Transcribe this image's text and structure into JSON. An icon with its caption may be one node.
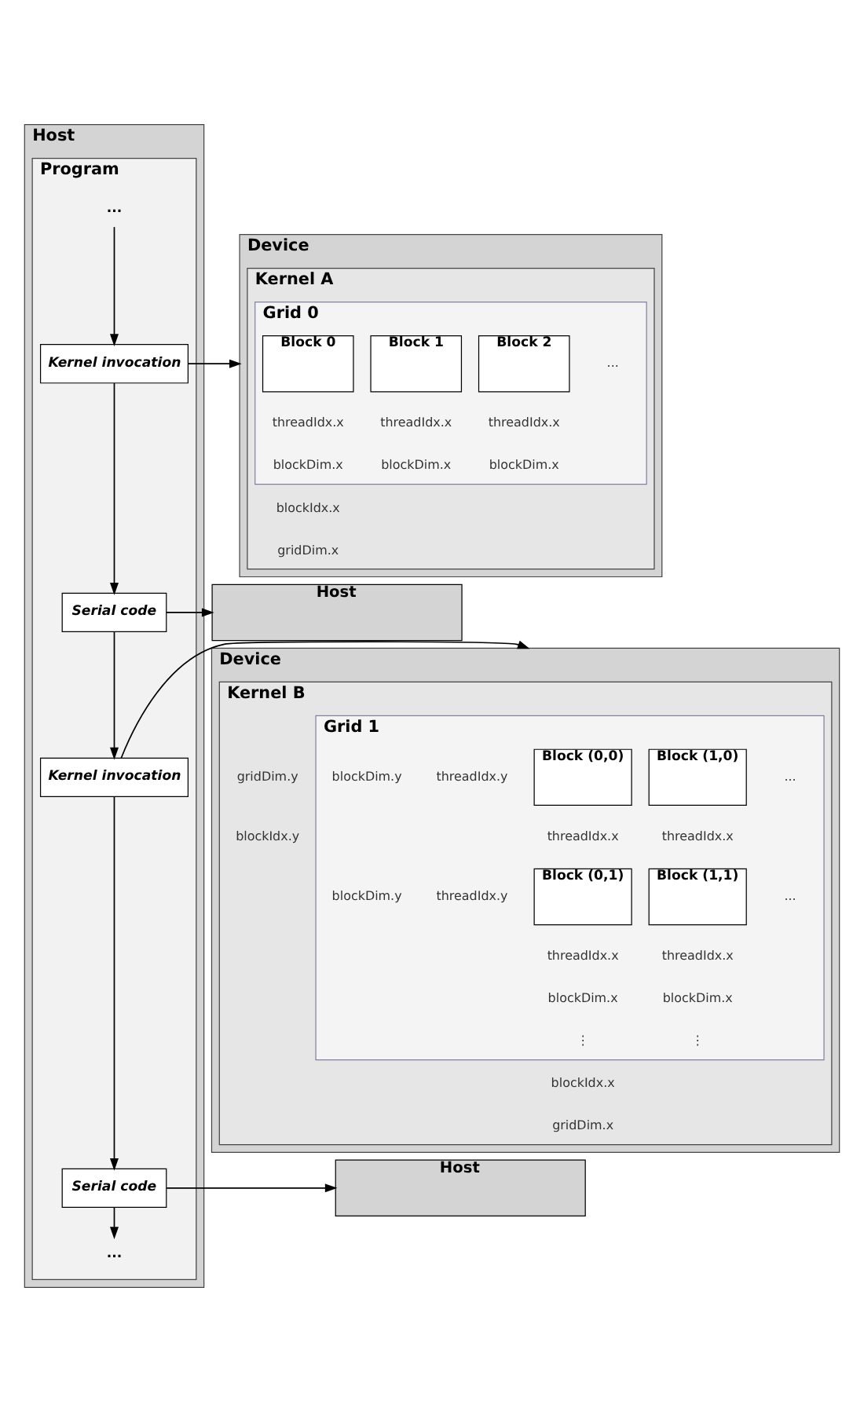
{
  "diagram": {
    "nodes": [
      {
        "text": [
          "Host"
        ]
      },
      {
        "text": [
          "Program"
        ],
        "in": 0
      },
      {
        "text": [
          "..."
        ],
        "in": 1
      },
      {
        "text": [
          "Kernel invocation"
        ],
        "in": 1
      },
      {
        "text": [
          "Serial code"
        ],
        "in": 1
      },
      {
        "text": [
          "Kernel invocation"
        ],
        "in": 1
      },
      {
        "text": [
          "Serial code"
        ],
        "in": 1
      },
      {
        "text": [
          "..."
        ],
        "in": 1
      },
      {
        "text": [
          "Device"
        ]
      },
      {
        "text": [
          "Kernel A"
        ],
        "in": 8
      },
      {
        "text": [
          "Grid 0"
        ],
        "in": 9
      },
      {
        "text": [
          "Block 0"
        ],
        "in": 10
      },
      {
        "text": [
          "Block 1"
        ],
        "in": 10
      },
      {
        "text": [
          "Block 2"
        ],
        "in": 10
      },
      {
        "text": [
          "Host"
        ]
      },
      {
        "text": [
          "Device"
        ]
      },
      {
        "text": [
          "Kernel B"
        ],
        "in": 15
      },
      {
        "text": [
          "Grid 1"
        ],
        "in": 16
      },
      {
        "text": [
          "Block (0,0)"
        ],
        "in": 17
      },
      {
        "text": [
          "Block (1,0)"
        ],
        "in": 17
      },
      {
        "text": [
          "Block (0,1)"
        ],
        "in": 17
      },
      {
        "text": [
          "Block (1,1)"
        ],
        "in": 17
      },
      {
        "text": [
          "Host"
        ]
      }
    ],
    "edges": [
      {
        "from": 2,
        "to": 3,
        "arrow": "to"
      },
      {
        "from": 3,
        "to": 4,
        "arrow": "to"
      },
      {
        "from": 4,
        "to": 5,
        "arrow": "to"
      },
      {
        "from": 5,
        "to": 6,
        "arrow": "to"
      },
      {
        "from": 6,
        "to": 7,
        "arrow": "to"
      },
      {
        "from": 3,
        "to": 8,
        "arrow": "to"
      },
      {
        "from": 4,
        "to": 14,
        "arrow": "to"
      },
      {
        "from": 5,
        "to": 15,
        "arrow": "to"
      },
      {
        "from": 6,
        "to": 22,
        "arrow": "to"
      }
    ],
    "labels": [
      "...",
      "threadIdx.x",
      "threadIdx.x",
      "threadIdx.x",
      "blockDim.x",
      "blockDim.x",
      "blockDim.x",
      "blockIdx.x",
      "gridDim.x",
      "gridDim.y",
      "blockIdx.y",
      "blockDim.y",
      "threadIdx.y",
      "...",
      "threadIdx.x",
      "threadIdx.x",
      "blockDim.y",
      "threadIdx.y",
      "...",
      "threadIdx.x",
      "threadIdx.x",
      "blockDim.x",
      "blockDim.x",
      "⋮",
      "⋮",
      "blockIdx.x",
      "gridDim.x"
    ]
  }
}
